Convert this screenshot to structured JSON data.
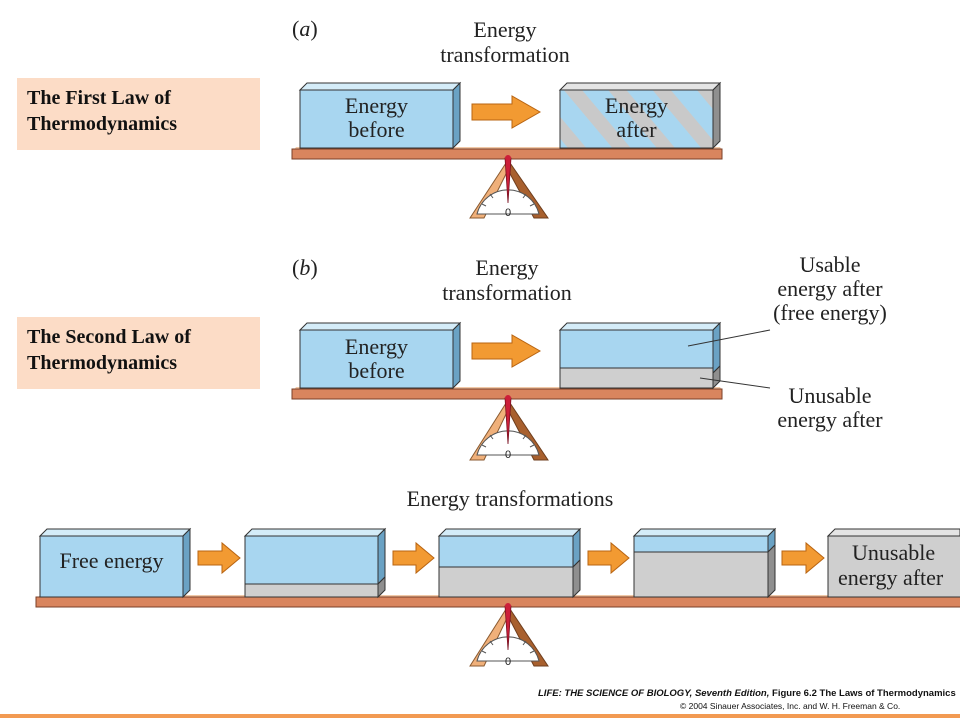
{
  "colors": {
    "energy_blue": "#a8d6f0",
    "unusable_gray": "#cfcfcf",
    "arrow_orange": "#f29a32",
    "beam": "#d9855e",
    "label_bg": "#fcdcc6",
    "needle": "#cc1f3a"
  },
  "panel_a": {
    "letter": "a",
    "heading_line1": "Energy",
    "heading_line2": "transformation",
    "law_line1": "The First Law of",
    "law_line2": "Thermodynamics",
    "before_line1": "Energy",
    "before_line2": "before",
    "after_line1": "Energy",
    "after_line2": "after",
    "gauge_zero": "0"
  },
  "panel_b": {
    "letter": "b",
    "heading_line1": "Energy",
    "heading_line2": "transformation",
    "law_line1": "The Second Law of",
    "law_line2": "Thermodynamics",
    "before_line1": "Energy",
    "before_line2": "before",
    "usable_line1": "Usable",
    "usable_line2": "energy after",
    "usable_line3": "(free energy)",
    "unusable_line1": "Unusable",
    "unusable_line2": "energy after",
    "gauge_zero": "0"
  },
  "panel_c": {
    "heading": "Energy transformations",
    "free_energy": "Free energy",
    "end_line1": "Unusable",
    "end_line2": "energy after",
    "gauge_zero": "0"
  },
  "credit": {
    "line1_title": "LIFE: THE SCIENCE OF BIOLOGY, Seventh Edition,",
    "line1_rest": " Figure 6.2 The Laws of Thermodynamics",
    "line2": "© 2004 Sinauer Associates, Inc. and W. H. Freeman & Co."
  }
}
